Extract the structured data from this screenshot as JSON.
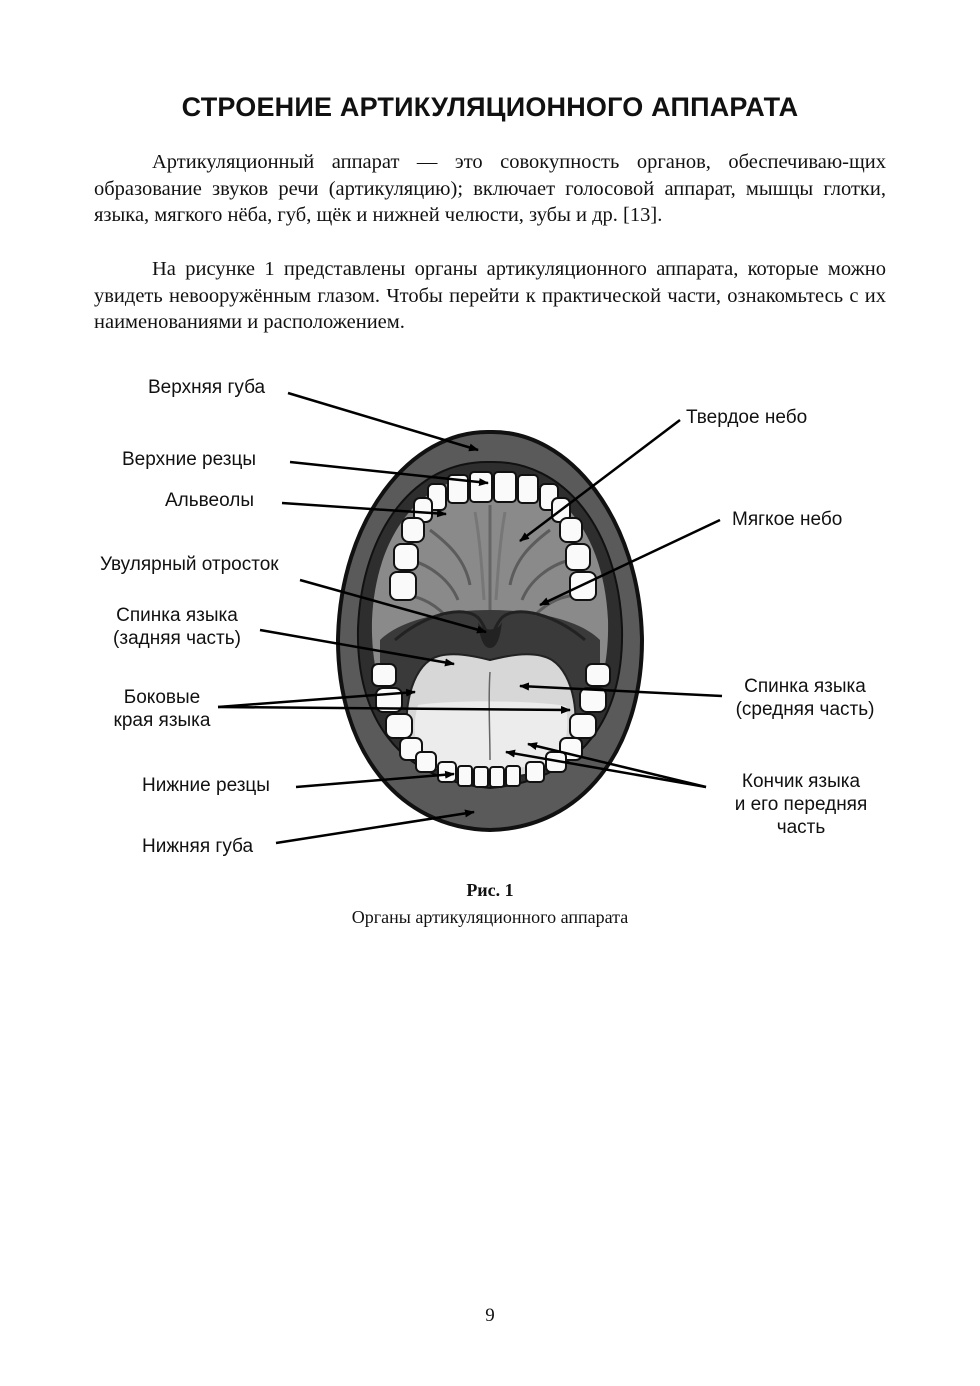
{
  "title": "СТРОЕНИЕ АРТИКУЛЯЦИОННОГО АППАРАТА",
  "paragraphs": [
    "Артикуляционный аппарат — это совокупность органов, обеспечиваю-щих образование звуков речи (артикуляцию); включает голосовой аппарат, мышцы глотки, языка, мягкого нёба, губ, щёк и нижней челюсти, зубы и др. [13].",
    "На рисунке 1 представлены органы артикуляционного аппарата, которые можно увидеть невооружённым глазом. Чтобы перейти к практической части, ознакомьтесь с их наименованиями и расположением."
  ],
  "figure": {
    "labels": {
      "upper_lip": "Верхняя губа",
      "upper_incisors": "Верхние резцы",
      "alveoli": "Альвеолы",
      "uvula": "Увулярный отросток",
      "tongue_back_1": "Спинка языка",
      "tongue_back_2": "(задняя часть)",
      "tongue_sides_1": "Боковые",
      "tongue_sides_2": "края языка",
      "lower_incisors": "Нижние резцы",
      "lower_lip": "Нижняя губа",
      "hard_palate": "Твердое небо",
      "soft_palate": "Мягкое небо",
      "tongue_middle_1": "Спинка языка",
      "tongue_middle_2": "(средняя часть)",
      "tongue_tip_1": "Кончик языка",
      "tongue_tip_2": "и его передняя",
      "tongue_tip_3": "часть"
    },
    "caption_number": "Рис. 1",
    "caption_text": "Органы артикуляционного аппарата"
  },
  "page_number": "9"
}
